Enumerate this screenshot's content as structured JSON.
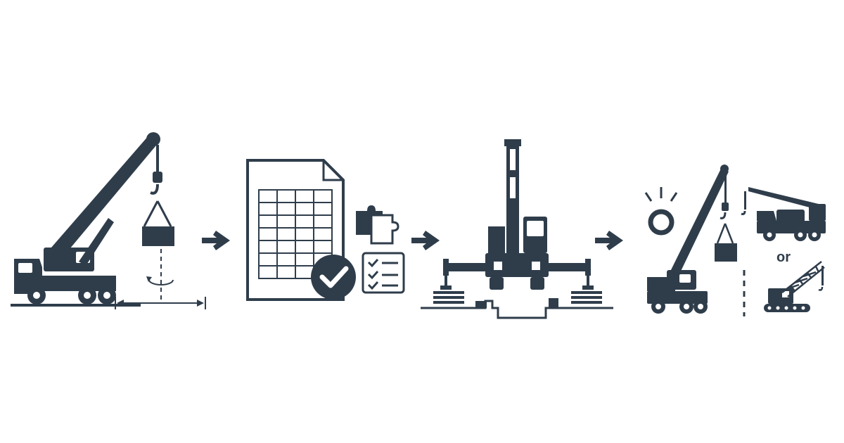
{
  "colors": {
    "ink": "#2f3d4b",
    "accent": "#2f3d4b",
    "background": "#ffffff"
  },
  "steps": [
    {
      "name": "lift-parameters",
      "icon": "truck-crane-with-load-and-radius-icon"
    },
    {
      "name": "load-chart-check",
      "icon": "load-chart-document-with-checkmark-icon"
    },
    {
      "name": "outrigger-setup",
      "icon": "crane-front-view-outriggers-icon"
    },
    {
      "name": "crane-selection",
      "icon": "crane-options-comparison-icon"
    }
  ],
  "arrows": [
    "arrow-right-icon",
    "arrow-right-icon",
    "arrow-right-icon"
  ],
  "selection": {
    "or_label": "or"
  }
}
